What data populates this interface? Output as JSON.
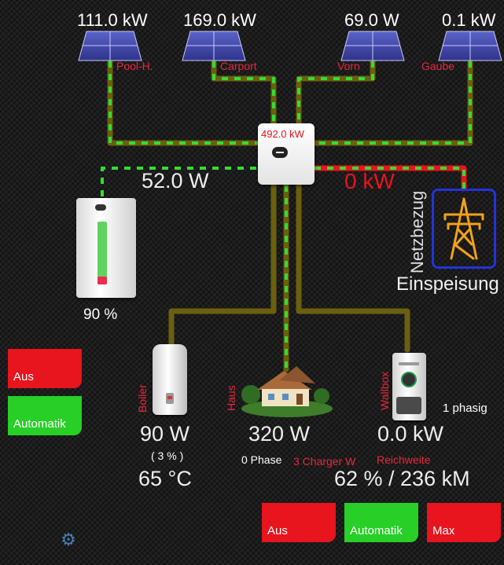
{
  "solar": [
    {
      "power": "111.0 kW",
      "name": "Pool-H."
    },
    {
      "power": "169.0 kW",
      "name": "Carport"
    },
    {
      "power": "69.0 W",
      "name": "Vorn"
    },
    {
      "power": "0.1 kW",
      "name": "Gaube"
    }
  ],
  "inverter": {
    "power": "492.0 kW"
  },
  "battery": {
    "power": "52.0 W",
    "soc": "90 %",
    "level": 0.9
  },
  "grid": {
    "power": "0 kW",
    "label_vertical": "Netzbezug",
    "label": "Einspeisung"
  },
  "boiler": {
    "label": "Boiler",
    "power": "90 W",
    "percent": "( 3 % )",
    "temp": "65 °C"
  },
  "house": {
    "label": "Haus",
    "power": "320 W"
  },
  "wallbox": {
    "label": "Wallbox",
    "power": "0.0 kW",
    "phase": "1 phasig",
    "range": "62 % / 236 kM",
    "phase_info": "0 Phase",
    "charger_info": "3 Charger W",
    "range_label": "Reichweite"
  },
  "boiler_controls": {
    "off": "Aus",
    "auto": "Automatik"
  },
  "wallbox_controls": {
    "off": "Aus",
    "auto": "Automatik",
    "max": "Max"
  },
  "colors": {
    "red": "#e8141e",
    "green": "#27cf27",
    "grid_blue": "#2233dd",
    "grid_orange": "#f2a21a",
    "flow_line": "#6b5f10"
  }
}
